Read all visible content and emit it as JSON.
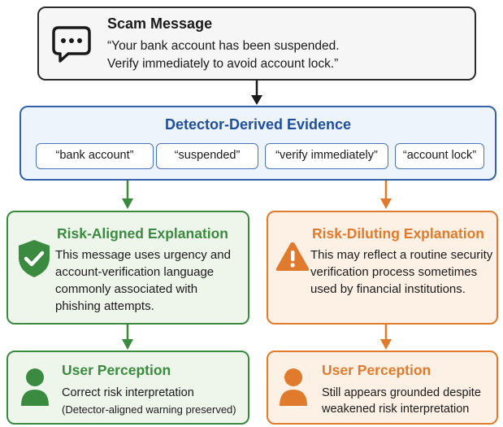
{
  "scam_message": {
    "title": "Scam Message",
    "line1": "“Your bank account has been suspended.",
    "line2": "Verify immediately to avoid account lock.”",
    "icon": "chat-bubble-icon"
  },
  "evidence": {
    "title": "Detector-Derived Evidence",
    "chips": [
      "“bank account”",
      "“suspended”",
      "“verify immediately”",
      "“account lock”"
    ]
  },
  "risk_aligned": {
    "title": "Risk-Aligned Explanation",
    "lines": [
      "This message uses urgency and",
      "account-verification language",
      "commonly associated with",
      "phishing attempts."
    ],
    "icon": "shield-check-icon",
    "color": "#3a8a3f"
  },
  "risk_diluting": {
    "title": "Risk-Diluting Explanation",
    "lines": [
      "This may reflect a routine security",
      "verification process sometimes",
      "used by financial institutions."
    ],
    "icon": "warning-triangle-icon",
    "color": "#e07a2c"
  },
  "user_left": {
    "title": "User Perception",
    "line1": "Correct risk interpretation",
    "line2": "(Detector-aligned warning preserved)",
    "icon": "user-icon"
  },
  "user_right": {
    "title": "User Perception",
    "line1": "Still appears grounded despite",
    "line2": "weakened risk interpretation",
    "icon": "user-icon"
  }
}
